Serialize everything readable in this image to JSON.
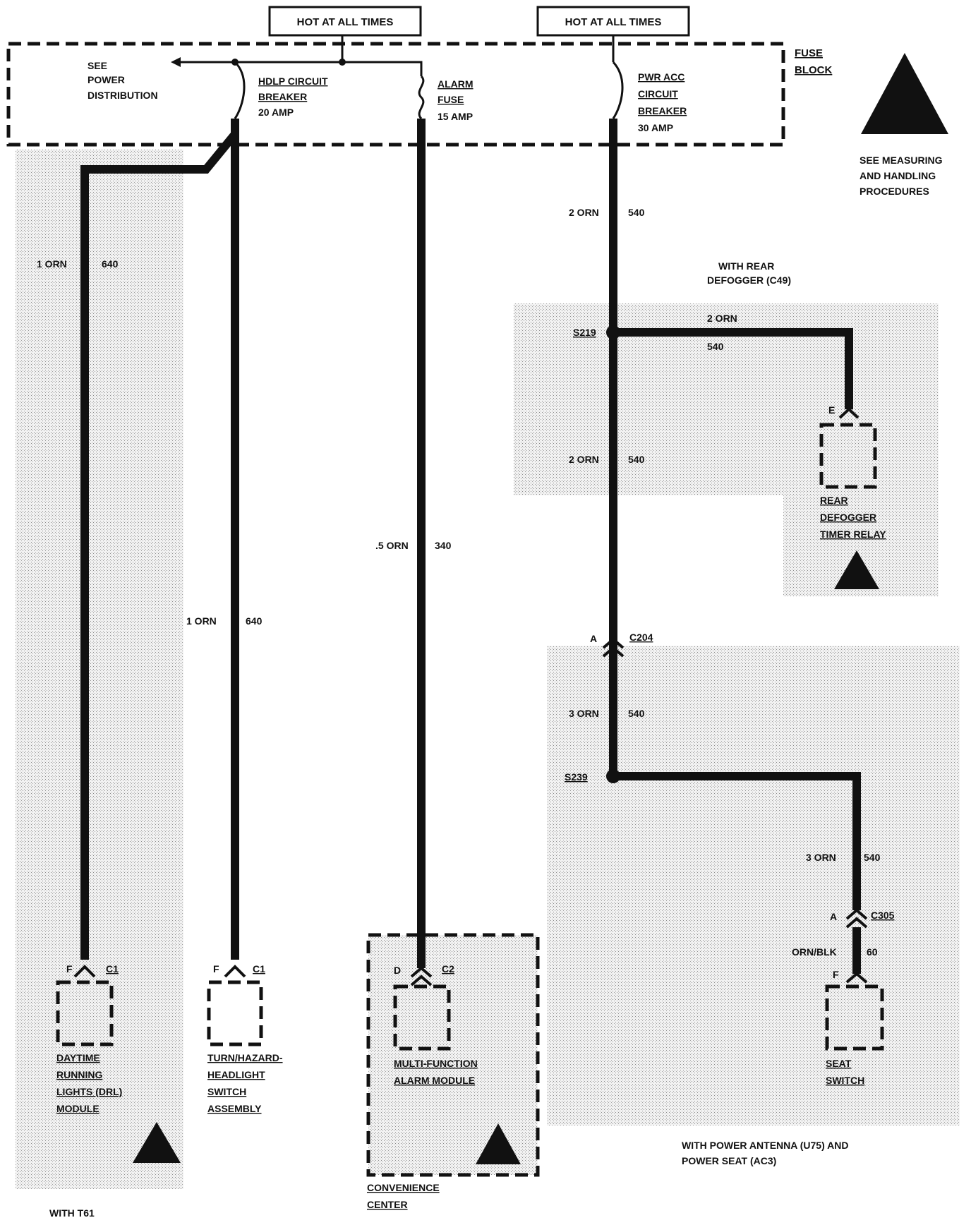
{
  "header": {
    "hot1": "HOT AT ALL TIMES",
    "hot2": "HOT AT ALL TIMES"
  },
  "fuse_block": {
    "label_line1": "FUSE",
    "label_line2": "BLOCK",
    "power_dist": [
      "SEE",
      "POWER",
      "DISTRIBUTION"
    ],
    "hdlp": [
      "HDLP CIRCUIT",
      "BREAKER",
      "20 AMP"
    ],
    "alarm": [
      "ALARM",
      "FUSE",
      "15 AMP"
    ],
    "pwr_acc": [
      "PWR ACC",
      "CIRCUIT",
      "BREAKER",
      "30 AMP"
    ]
  },
  "esd_note": [
    "SEE MEASURING",
    "AND HANDLING",
    "PROCEDURES"
  ],
  "wires": {
    "w1": {
      "color": "1 ORN",
      "circuit": "640"
    },
    "w2": {
      "color": "1 ORN",
      "circuit": "640"
    },
    "w3": {
      "color": ".5 ORN",
      "circuit": "340"
    },
    "w4": {
      "color": "2 ORN",
      "circuit": "540"
    },
    "w5": {
      "color": "2 ORN",
      "circuit": "540"
    },
    "w6": {
      "color": "2 ORN",
      "circuit": "540"
    },
    "w7": {
      "color": "3 ORN",
      "circuit": "540"
    },
    "w8": {
      "color": "3 ORN",
      "circuit": "540"
    },
    "w9": {
      "color": "ORN/BLK",
      "circuit": "60"
    }
  },
  "splices": {
    "s219": "S219",
    "s239": "S239"
  },
  "connectors": {
    "c204_pin": "A",
    "c204": "C204",
    "c305_pin": "A",
    "c305": "C305",
    "drl_pin": "F",
    "drl_conn": "C1",
    "turn_pin": "F",
    "turn_conn": "C1",
    "alarm_pin": "D",
    "alarm_conn": "C2",
    "defog_pin": "E",
    "seat_pin": "F"
  },
  "options": {
    "rear_defog": [
      "WITH REAR",
      "DEFOGGER (C49)"
    ],
    "power_antenna": [
      "WITH POWER ANTENNA (U75) AND",
      "POWER SEAT (AC3)"
    ],
    "t61": "WITH T61"
  },
  "components": {
    "drl": [
      "DAYTIME",
      "RUNNING",
      "LIGHTS (DRL)",
      "MODULE"
    ],
    "turn": [
      "TURN/HAZARD-",
      "HEADLIGHT",
      "SWITCH",
      "ASSEMBLY"
    ],
    "alarm": [
      "MULTI-FUNCTION",
      "ALARM MODULE"
    ],
    "conv": [
      "CONVENIENCE",
      "CENTER"
    ],
    "defog": [
      "REAR",
      "DEFOGGER",
      "TIMER RELAY"
    ],
    "seat": [
      "SEAT",
      "SWITCH"
    ]
  }
}
